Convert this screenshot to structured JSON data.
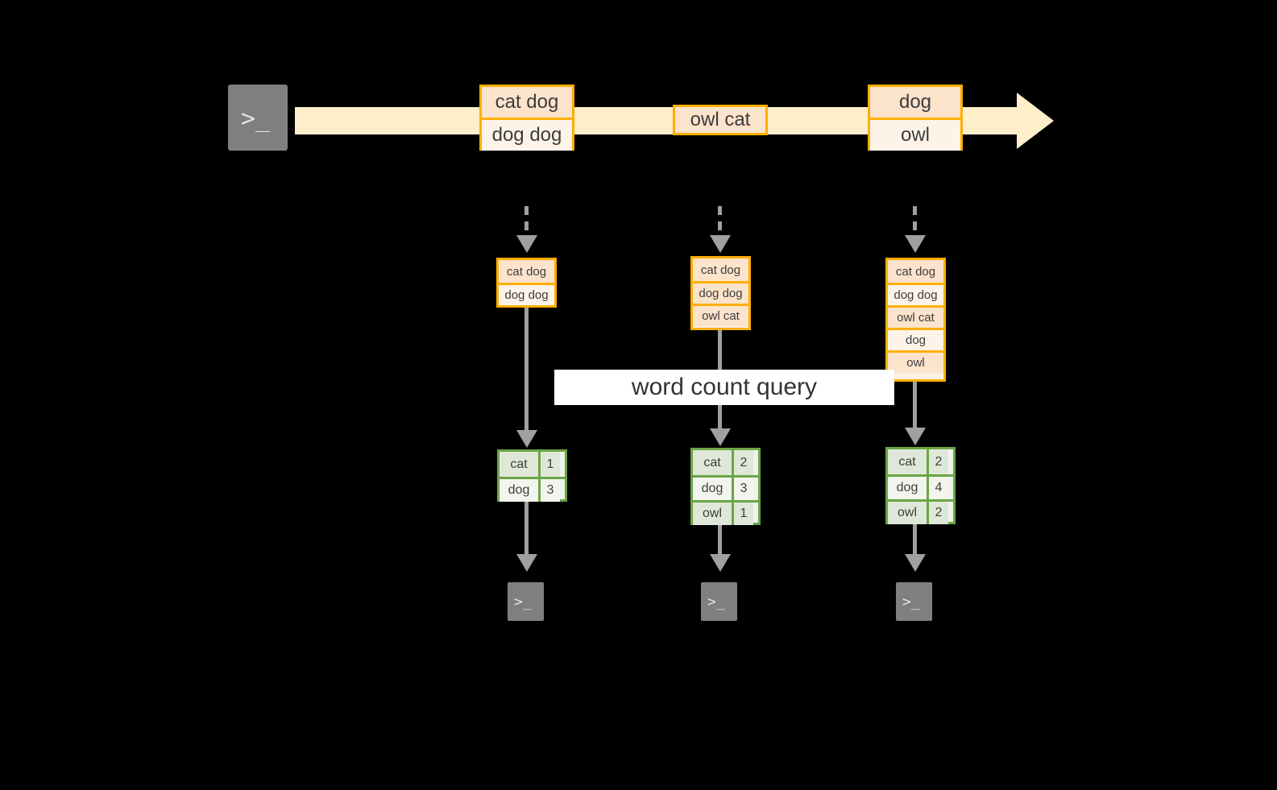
{
  "diagram": {
    "title_text": "",
    "colors": {
      "background": "#000000",
      "stream_fill": "#feeec9",
      "record_border": "#ffaf00",
      "record_fill_dark": "#fce3cb",
      "record_fill_light": "#fdf3e9",
      "result_border": "#6aa545",
      "result_fill_dark": "#dfe8d8",
      "result_fill_light": "#f1f5ee",
      "connector": "#a0a0a0",
      "terminal_fill": "#7f7f7f",
      "label_fill": "#ffffff",
      "text": "#3d3d3d"
    }
  },
  "source": {
    "terminal_icon": "terminal-prompt-icon",
    "prompt_glyph": ">_"
  },
  "stream": {
    "arrow_icon": "stream-arrow-right-icon",
    "events": [
      {
        "id": "event-1",
        "lines": [
          {
            "text": "cat dog",
            "shade": "dark"
          },
          {
            "text": "dog dog",
            "shade": "light"
          }
        ]
      },
      {
        "id": "event-2",
        "lines": [
          {
            "text": "owl cat",
            "shade": "dark"
          }
        ]
      },
      {
        "id": "event-3",
        "lines": [
          {
            "text": "dog",
            "shade": "dark"
          },
          {
            "text": "owl",
            "shade": "light"
          }
        ]
      }
    ]
  },
  "query": {
    "label": "word count query"
  },
  "snapshots": [
    {
      "id": "snapshot-1",
      "lines": [
        {
          "text": "cat dog",
          "shade": "dark"
        },
        {
          "text": "dog dog",
          "shade": "light"
        }
      ],
      "result": {
        "rows": [
          {
            "word": "cat",
            "count": "1",
            "shade": "dark"
          },
          {
            "word": "dog",
            "count": "3",
            "shade": "light"
          }
        ]
      },
      "sink_icon": "terminal-prompt-icon",
      "sink_glyph": ">_"
    },
    {
      "id": "snapshot-2",
      "lines": [
        {
          "text": "cat dog",
          "shade": "dark"
        },
        {
          "text": "dog dog",
          "shade": "dark"
        },
        {
          "text": "owl cat",
          "shade": "dark"
        }
      ],
      "result": {
        "rows": [
          {
            "word": "cat",
            "count": "2",
            "shade": "dark"
          },
          {
            "word": "dog",
            "count": "3",
            "shade": "light"
          },
          {
            "word": "owl",
            "count": "1",
            "shade": "dark"
          }
        ]
      },
      "sink_icon": "terminal-prompt-icon",
      "sink_glyph": ">_"
    },
    {
      "id": "snapshot-3",
      "lines": [
        {
          "text": "cat dog",
          "shade": "dark"
        },
        {
          "text": "dog dog",
          "shade": "light"
        },
        {
          "text": "owl cat",
          "shade": "dark"
        },
        {
          "text": "dog",
          "shade": "light"
        },
        {
          "text": "owl",
          "shade": "dark"
        }
      ],
      "result": {
        "rows": [
          {
            "word": "cat",
            "count": "2",
            "shade": "dark"
          },
          {
            "word": "dog",
            "count": "4",
            "shade": "light"
          },
          {
            "word": "owl",
            "count": "2",
            "shade": "dark"
          }
        ]
      },
      "sink_icon": "terminal-prompt-icon",
      "sink_glyph": ">_"
    }
  ]
}
